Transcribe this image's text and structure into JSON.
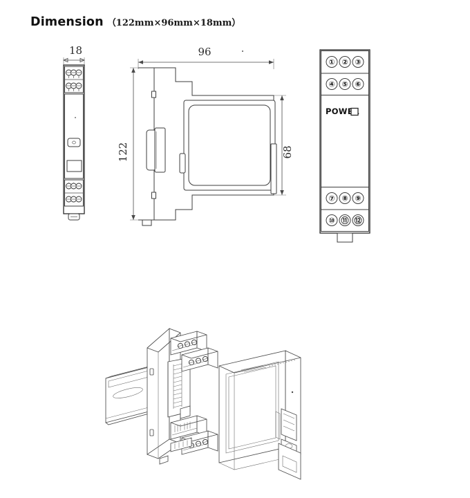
{
  "title": {
    "heading": "Dimension",
    "spec": "（122mm×96mm×18mm）"
  },
  "dimensions": {
    "width_label": "18",
    "height_label": "122",
    "depth_label": "96",
    "display_label": "68"
  },
  "front_view": {
    "power_label": "POWER",
    "terminals_top_row1": [
      "①",
      "②",
      "③"
    ],
    "terminals_top_row2": [
      "④",
      "⑤",
      "⑥"
    ],
    "terminals_bottom_row1": [
      "⑦",
      "⑧",
      "⑨"
    ],
    "terminals_bottom_row2": [
      "⑩",
      "⑪",
      "⑫"
    ]
  },
  "colors": {
    "background": "#ffffff",
    "line": "#3d3d3d",
    "text": "#1a1a1a"
  },
  "views": {
    "side_view_name": "side-elevation-18mm",
    "section_view_name": "section-profile-122x96",
    "front_view_name": "front-panel-terminals",
    "iso_view_name": "exploded-isometric-assembly"
  }
}
